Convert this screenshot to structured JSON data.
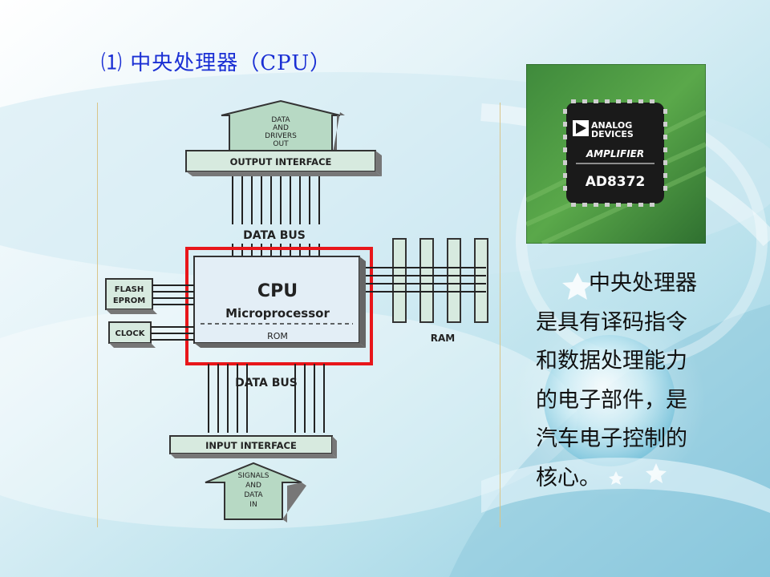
{
  "slide": {
    "title": "⑴ 中央处理器（CPU）",
    "description_lines": [
      "中央处理器",
      "是具有译码指令",
      "和数据处理能力",
      "的电子部件，是",
      "汽车电子控制的",
      "核心。"
    ]
  },
  "diagram": {
    "output_arrow": [
      "DATA",
      "AND",
      "DRIVERS",
      "OUT"
    ],
    "output_interface": "OUTPUT INTERFACE",
    "data_bus_top": "DATA BUS",
    "cpu_title": "CPU",
    "cpu_subtitle": "Microprocessor",
    "rom": "ROM",
    "flash_line1": "FLASH",
    "flash_line2": "EPROM",
    "clock": "CLOCK",
    "ram": "RAM",
    "data_bus_bottom": "DATA BUS",
    "input_interface": "INPUT INTERFACE",
    "input_arrow": [
      "SIGNALS",
      "AND",
      "DATA",
      "IN"
    ],
    "highlight_color": "#e8161a"
  },
  "chip": {
    "brand_line1": "ANALOG",
    "brand_line2": "DEVICES",
    "type": "AMPLIFIER",
    "part": "AD8372"
  }
}
